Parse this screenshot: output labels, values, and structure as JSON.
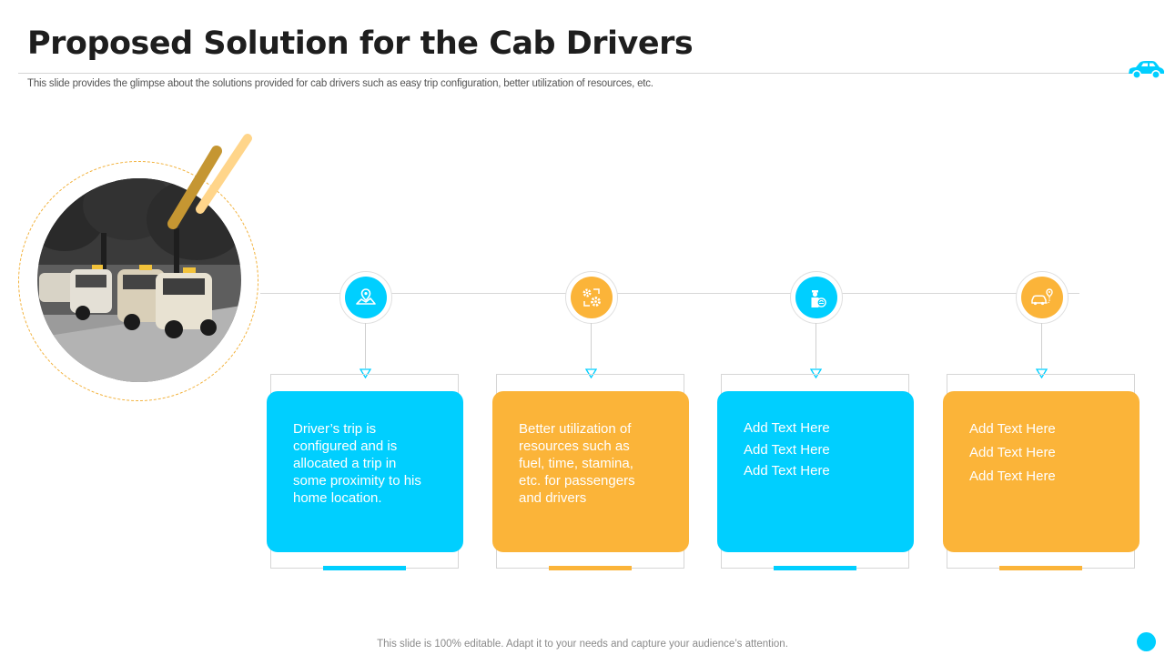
{
  "header": {
    "title": "Proposed Solution for the Cab Drivers",
    "subtitle": "This slide provides the glimpse about the solutions provided for cab drivers such as easy trip configuration, better utilization of resources, etc."
  },
  "colors": {
    "accent_blue": "#00cfff",
    "accent_orange": "#fbb439",
    "stripe": "#ffd58a"
  },
  "steps": [
    {
      "icon": "map-pin-icon",
      "color": "blue",
      "lines": [
        "Driver’s trip is",
        "configured and is",
        "allocated a trip in",
        "some proximity to his",
        "home location."
      ]
    },
    {
      "icon": "gears-icon",
      "color": "orange",
      "lines": [
        "Better utilization of",
        "resources such as",
        "fuel, time, stamina,",
        "etc. for passengers",
        "and drivers"
      ]
    },
    {
      "icon": "driver-icon",
      "color": "blue",
      "lines": [
        "Add Text Here",
        "Add Text Here",
        "Add Text Here"
      ]
    },
    {
      "icon": "car-route-icon",
      "color": "orange",
      "lines": [
        "Add Text Here",
        "Add Text Here",
        "Add Text Here"
      ]
    }
  ],
  "footer": {
    "text": "This slide is 100% editable. Adapt it to your needs and capture your audience’s attention."
  },
  "decor": {
    "corner_icon": "car-icon",
    "photo": "taxi-cabs-photo"
  }
}
